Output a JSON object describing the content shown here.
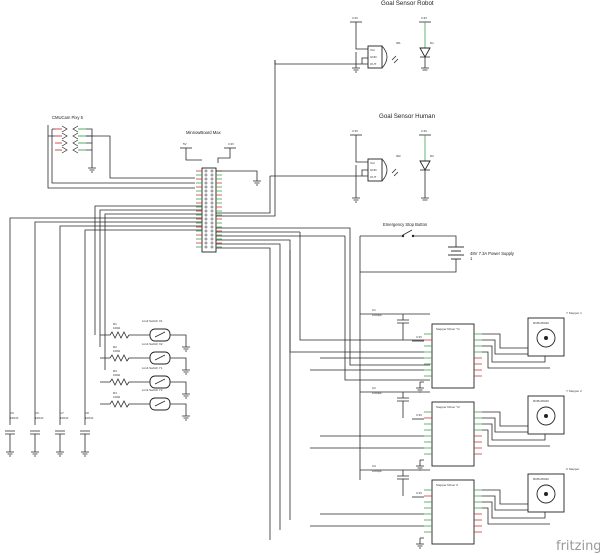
{
  "header": {
    "goal_robot": "Goal Sensor Robot",
    "goal_human": "Goal Sensor Human"
  },
  "sensors": {
    "robot": {
      "vcc": "3.3V",
      "ic": "IR1",
      "diode": "D1",
      "pins": [
        "Vcc",
        "GND",
        "OUT"
      ]
    },
    "human": {
      "vcc": "3.3V",
      "ic": "IR2",
      "diode": "D2",
      "pins": [
        "Vcc",
        "GND",
        "OUT"
      ]
    }
  },
  "camera": {
    "label": "CMUCam Pixy 5"
  },
  "board": {
    "label": "MinnowBoard Max",
    "v5": "5V",
    "v33": "3.3V"
  },
  "estop": {
    "label": "Emergency Stop Button"
  },
  "power": {
    "line1": "48V 7.3A Power Supply",
    "line2": "1"
  },
  "resistors": [
    {
      "name": "R1",
      "value": "100Ω"
    },
    {
      "name": "R2",
      "value": "100Ω"
    },
    {
      "name": "R3",
      "value": "100Ω"
    },
    {
      "name": "R4",
      "value": "100Ω"
    }
  ],
  "switches": [
    "Limit Switch X1",
    "Limit Switch X2",
    "Limit Switch Y1",
    "Limit Switch Y2"
  ],
  "small_caps": [
    {
      "name": "C5",
      "value": "100nF"
    },
    {
      "name": "C6",
      "value": "100nF"
    },
    {
      "name": "C7",
      "value": "100nF"
    },
    {
      "name": "C8",
      "value": "100nF"
    }
  ],
  "drivers": [
    {
      "cap": "C1",
      "cap_value": "1000µF",
      "driver": "Stepper Driver Y1",
      "motor": "ROB-08420",
      "stepper": "Y Stepper 1",
      "vcc": "3.3V"
    },
    {
      "cap": "C2",
      "cap_value": "1000µF",
      "driver": "Stepper Driver Y2",
      "motor": "ROB-08420",
      "stepper": "Y Stepper 2",
      "vcc": "3.3V"
    },
    {
      "cap": "C3",
      "cap_value": "1000µF",
      "driver": "Stepper Driver X",
      "motor": "ROB-08420",
      "stepper": "X Stepper",
      "vcc": "3.3V"
    }
  ],
  "brand": "fritzing"
}
